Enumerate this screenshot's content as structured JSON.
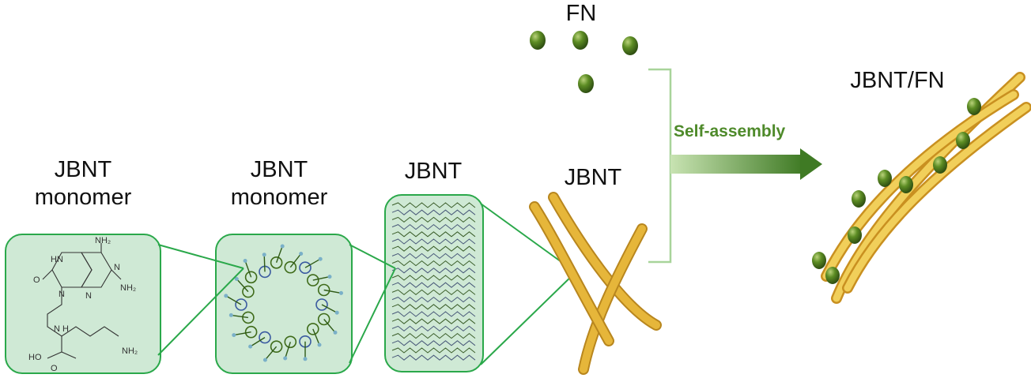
{
  "labels": {
    "stage1_line1": "JBNT",
    "stage1_line2": "monomer",
    "stage2_line1": "JBNT",
    "stage2_line2": "monomer",
    "stage3": "JBNT",
    "stage4": "JBNT",
    "fn": "FN",
    "product": "JBNT/FN",
    "arrow": "Self-assembly"
  },
  "chem_labels": {
    "nh2_top": "NH₂",
    "n_right": "N",
    "hn": "HN",
    "o_left": "O",
    "nh2_right": "NH₂",
    "n_mid": "N",
    "n_ring": "N",
    "nh": "N\nH",
    "ho": "HO",
    "o_bottom": "O",
    "nh2_bottom": "NH₂"
  },
  "colors": {
    "panel_border": "#2aa84a",
    "panel_fill": "#cfe9d5",
    "tube": "#e6b63a",
    "fn_sphere": "#4f7f1f",
    "arrow_start": "#c8e3b2",
    "arrow_end": "#3f7a24",
    "bracket": "#a8d49a"
  }
}
